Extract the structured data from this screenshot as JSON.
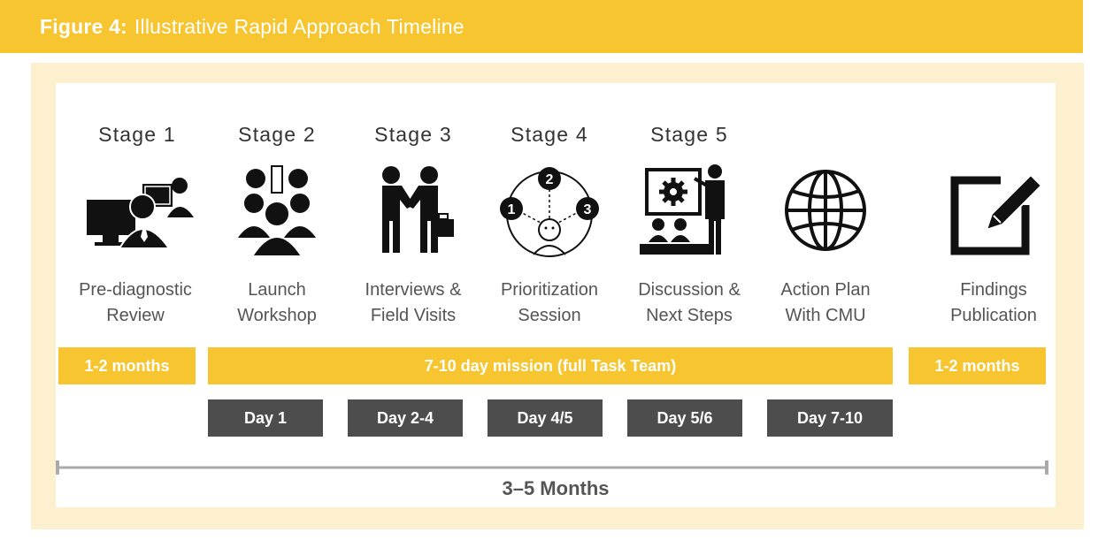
{
  "figure": {
    "number_label": "Figure 4:",
    "title": "Illustrative Rapid Approach Timeline"
  },
  "stages": [
    {
      "stage": "Stage 1",
      "icon": "computer-users-icon",
      "desc_line1": "Pre-diagnostic",
      "desc_line2": "Review"
    },
    {
      "stage": "Stage 2",
      "icon": "group-announcement-icon",
      "desc_line1": "Launch",
      "desc_line2": "Workshop"
    },
    {
      "stage": "Stage 3",
      "icon": "handshake-icon",
      "desc_line1": "Interviews &",
      "desc_line2": "Field Visits"
    },
    {
      "stage": "Stage 4",
      "icon": "prioritization-icon",
      "desc_line1": "Prioritization",
      "desc_line2": "Session"
    },
    {
      "stage": "Stage 5",
      "icon": "presentation-icon",
      "desc_line1": "Discussion &",
      "desc_line2": "Next Steps"
    },
    {
      "stage": "",
      "icon": "globe-icon",
      "desc_line1": "Action Plan",
      "desc_line2": "With CMU"
    },
    {
      "stage": "",
      "icon": "edit-document-icon",
      "desc_line1": "Findings",
      "desc_line2": "Publication"
    }
  ],
  "priority_numbers": [
    "1",
    "2",
    "3"
  ],
  "timeline": {
    "left_bar": "1-2 months",
    "mission_bar": "7-10 day mission (full Task Team)",
    "right_bar": "1-2 months",
    "days": [
      "Day 1",
      "Day 2-4",
      "Day 4/5",
      "Day 5/6",
      "Day 7-10"
    ],
    "total_span": "3–5 Months"
  },
  "colors": {
    "accent_yellow": "#f7c52f",
    "frame_cream": "#fdf0cf",
    "day_bar_gray": "#4d4d4d",
    "text_gray": "#555555"
  }
}
